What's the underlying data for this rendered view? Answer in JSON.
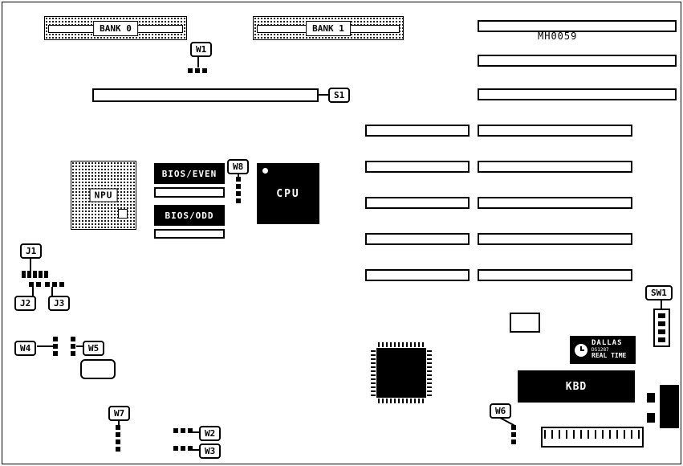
{
  "diagram": {
    "part_number": "MH0059",
    "memory": {
      "bank0": "BANK 0",
      "bank1": "BANK 1"
    },
    "chips": {
      "npu": "NPU",
      "bios_even": "BIOS/EVEN",
      "bios_odd": "BIOS/ODD",
      "cpu": "CPU",
      "kbd": "KBD",
      "dallas": {
        "brand": "DALLAS",
        "model": "DS1287",
        "type": "REAL TIME"
      }
    },
    "callouts": {
      "w1": "W1",
      "w2": "W2",
      "w3": "W3",
      "w4": "W4",
      "w5": "W5",
      "w6": "W6",
      "w7": "W7",
      "w8": "W8",
      "j1": "J1",
      "j2": "J2",
      "j3": "J3",
      "s1": "S1",
      "sw1": "SW1"
    }
  }
}
